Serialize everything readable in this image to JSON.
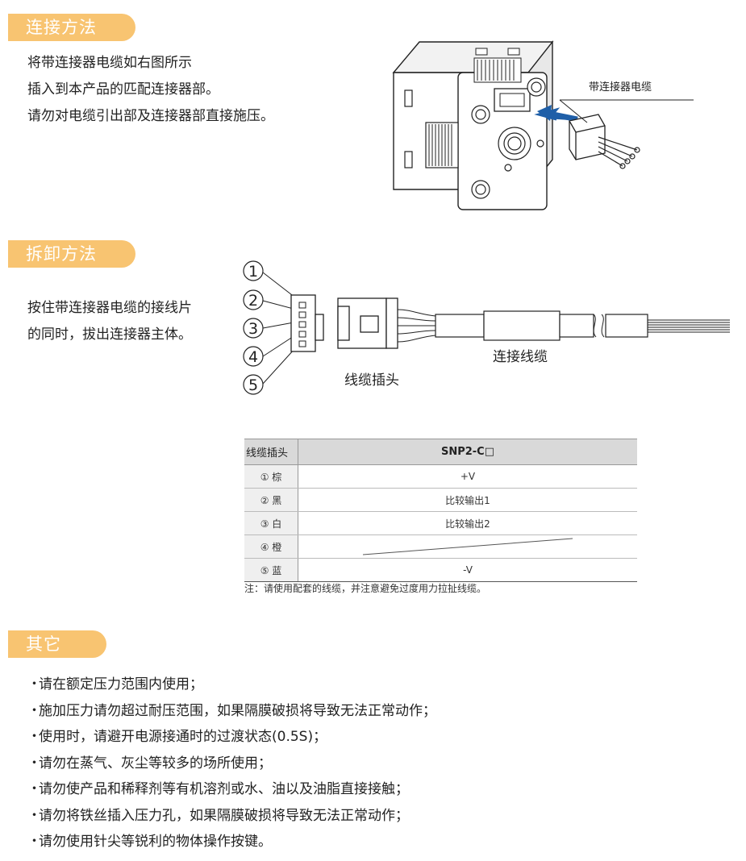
{
  "sections": {
    "connect": {
      "title": "连接方法",
      "lines": [
        "将带连接器电缆如右图所示",
        "插入到本产品的匹配连接器部。",
        "请勿对电缆引出部及连接器部直接施压。"
      ],
      "figure_label": "带连接器电缆"
    },
    "remove": {
      "title": "拆卸方法",
      "lines": [
        "按住带连接器电缆的接线片",
        "的同时，拔出连接器主体。"
      ],
      "pin_numbers": [
        "1",
        "2",
        "3",
        "4",
        "5"
      ],
      "plug_label": "线缆插头",
      "cable_label": "连接线缆"
    },
    "other": {
      "title": "其它",
      "bullet_mark": "・",
      "items": [
        "请在额定压力范围内使用；",
        "施加压力请勿超过耐压范围，如果隔膜破损将导致无法正常动作；",
        "使用时，请避开电源接通时的过渡状态(0.5S)；",
        "请勿在蒸气、灰尘等较多的场所使用；",
        "请勿使产品和稀释剂等有机溶剂或水、油以及油脂直接接触；",
        "请勿将铁丝插入压力孔，如果隔膜破损将导致无法正常动作；",
        "请勿使用针尖等锐利的物体操作按键。"
      ]
    }
  },
  "table": {
    "headers": [
      "线缆插头",
      "SNP2-C□"
    ],
    "rows": [
      {
        "pin": "① 棕",
        "value": "+V"
      },
      {
        "pin": "② 黑",
        "value": "比较输出1"
      },
      {
        "pin": "③ 白",
        "value": "比较输出2"
      },
      {
        "pin": "④ 橙",
        "value": ""
      },
      {
        "pin": "⑤ 蓝",
        "value": "-V"
      }
    ],
    "note": "注：请使用配套的线缆，并注意避免过度用力拉扯线缆。"
  },
  "colors": {
    "accent": "#f8c471",
    "arrow": "#1f5fa8"
  }
}
